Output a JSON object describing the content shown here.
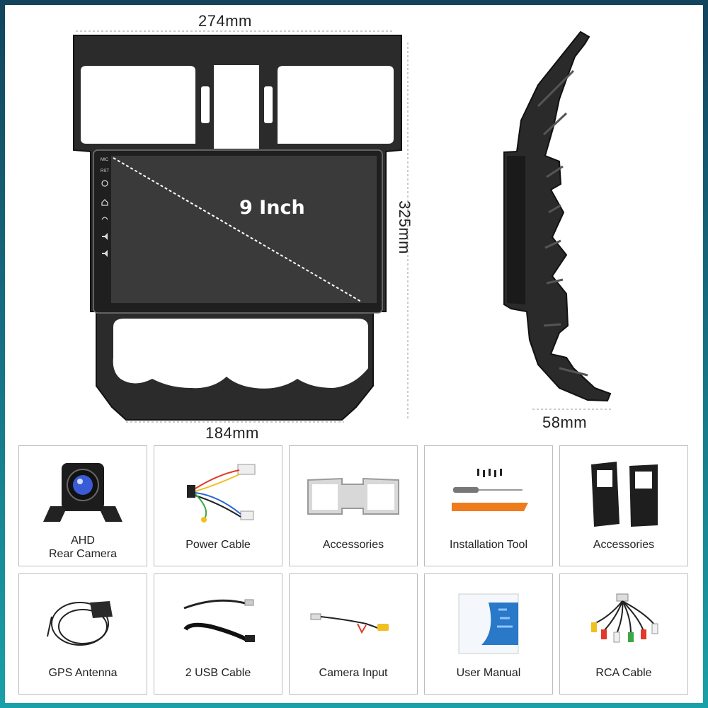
{
  "dimensions": {
    "top_width": "274mm",
    "height": "325mm",
    "bottom_width": "184mm",
    "depth": "58mm"
  },
  "screen": {
    "size_label": "9 Inch",
    "side_keys": [
      "MIC",
      "RST"
    ]
  },
  "accessories": [
    {
      "lines": [
        "AHD",
        "Rear Camera"
      ],
      "icon": "rear-camera-icon"
    },
    {
      "lines": [
        "Power Cable"
      ],
      "icon": "power-cable-icon"
    },
    {
      "lines": [
        "Accessories"
      ],
      "icon": "trim-frame-icon"
    },
    {
      "lines": [
        "Installation Tool"
      ],
      "icon": "installation-tool-icon"
    },
    {
      "lines": [
        "Accessories"
      ],
      "icon": "mounting-bracket-icon"
    },
    {
      "lines": [
        "GPS Antenna"
      ],
      "icon": "gps-antenna-icon"
    },
    {
      "lines": [
        "2 USB Cable"
      ],
      "icon": "usb-cable-icon"
    },
    {
      "lines": [
        "Camera Input"
      ],
      "icon": "camera-input-cable-icon"
    },
    {
      "lines": [
        "User Manual"
      ],
      "icon": "user-manual-icon"
    },
    {
      "lines": [
        "RCA Cable"
      ],
      "icon": "rca-cable-icon"
    }
  ],
  "colors": {
    "frame_border": "#157a8c",
    "panel": "#2b2b2b",
    "screen": "#3a3a3a",
    "camera_lens": "#3b5bd6",
    "tool_orange": "#f07b1d",
    "manual_blue": "#2a78c8"
  }
}
